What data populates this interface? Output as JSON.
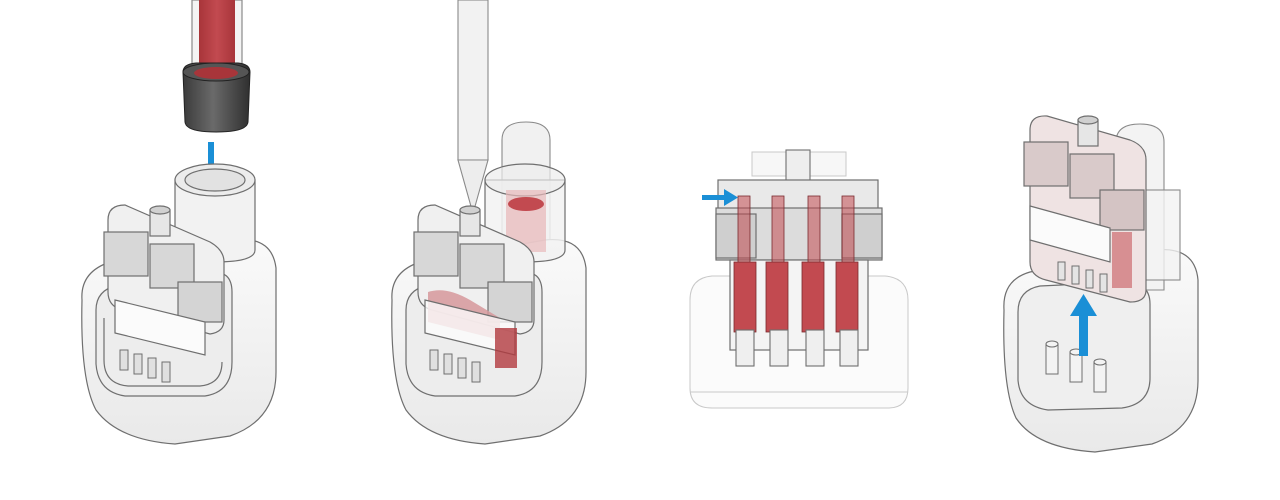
{
  "panels": [
    {
      "id": "step-1",
      "action": "cap-removal-and-insert",
      "arrow": "down"
    },
    {
      "id": "step-2",
      "action": "pipette-transfer",
      "arrow": "none"
    },
    {
      "id": "step-3",
      "action": "fill-channels",
      "arrow": "right"
    },
    {
      "id": "step-4",
      "action": "lift-cartridge",
      "arrow": "up"
    }
  ],
  "colors": {
    "outline": "#6f6f6f",
    "body_fill": "#f3f3f3",
    "body_fill_dark": "#e4e4e4",
    "sample_red": "#b23a3f",
    "sample_red_light": "#d9a3a5",
    "arrow_blue": "#1a8fd6",
    "cap_dark": "#4a4a4a",
    "background": "#ffffff"
  },
  "icons": [
    "arrow-down-icon",
    "arrow-right-icon",
    "arrow-up-icon"
  ]
}
